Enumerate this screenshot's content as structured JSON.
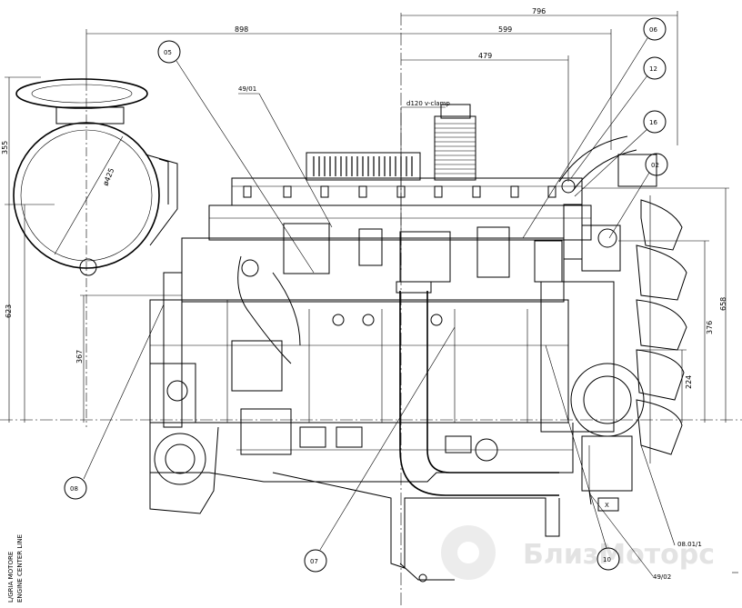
{
  "dimensions": {
    "d796": "796",
    "d898": "898",
    "d599": "599",
    "d479": "479",
    "d355": "355",
    "d623": "623",
    "d367": "367",
    "d658": "658",
    "d376": "376",
    "d224": "224",
    "d425": "ø425"
  },
  "labels": {
    "note_4901": "49/01",
    "note_clamp": "d120 v-clamp",
    "note_0801": "08.01/1",
    "note_4902": "49/02",
    "x_marker": "X",
    "vertical_note_1": "L/GRIA MOTORE",
    "vertical_note_2": "ENGINE CENTER LINE"
  },
  "callouts": [
    "05",
    "06",
    "12",
    "16",
    "02",
    "08",
    "07",
    "10"
  ],
  "watermark": "БлизМоторс"
}
